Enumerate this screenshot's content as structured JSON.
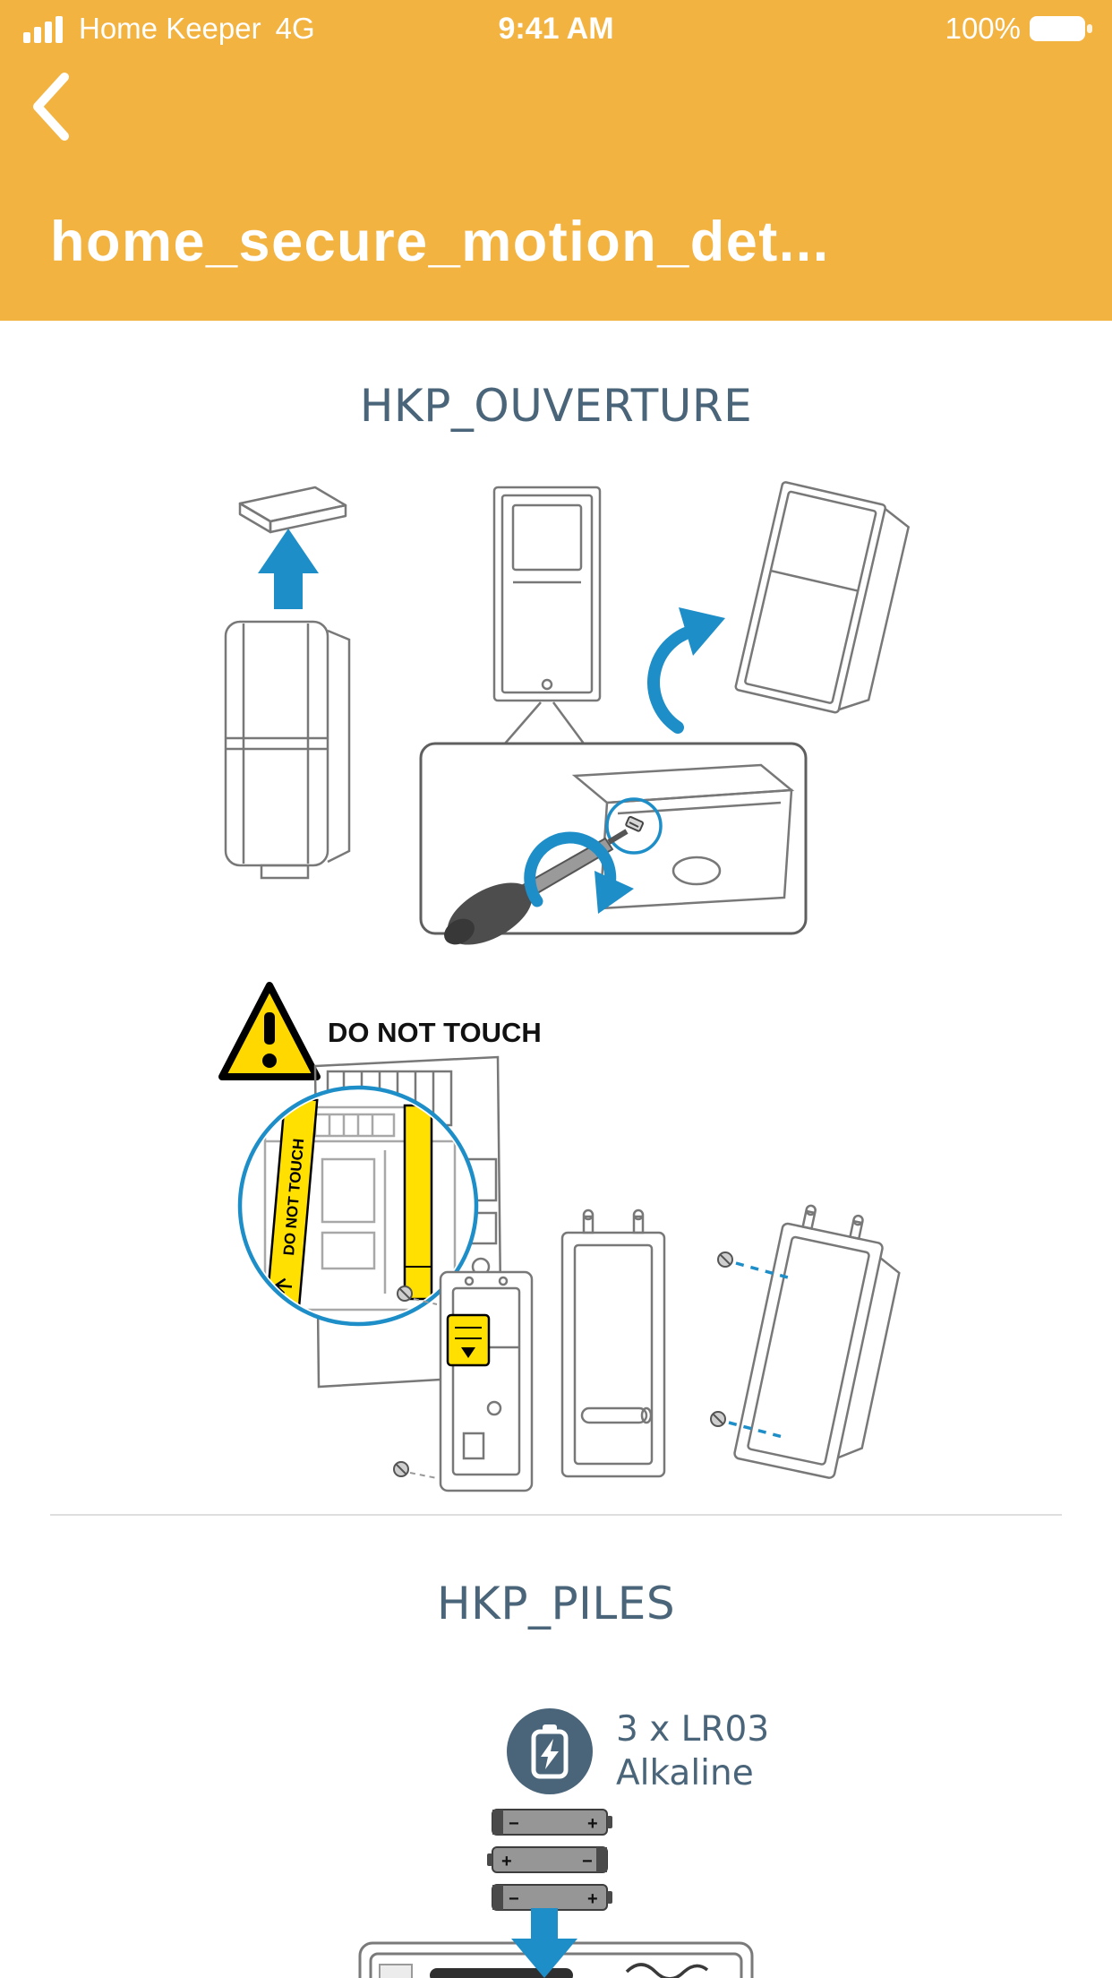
{
  "status_bar": {
    "carrier": "Home Keeper",
    "network": "4G",
    "time": "9:41 AM",
    "battery_percent": "100%"
  },
  "header": {
    "title": "home_secure_motion_det..."
  },
  "document": {
    "sections": {
      "ouverture": {
        "title": "HKP_OUVERTURE"
      },
      "piles": {
        "title": "HKP_PILES"
      }
    },
    "warning_label": "DO NOT TOUCH",
    "magnifier_strip_label": "DO NOT TOUCH",
    "battery_spec": {
      "line1": "3 x LR03",
      "line2": "Alkaline"
    },
    "battery_polarity": {
      "plus": "+",
      "minus": "−"
    }
  },
  "icons": {
    "back": "chevron-left",
    "signal": "cellular-signal-bars",
    "battery_status": "battery-full",
    "warning": "warning-triangle",
    "battery_badge": "battery-flash"
  },
  "colors": {
    "header_bg": "#F3B340",
    "accent_blue": "#1E8EC8",
    "heading_text": "#4A6579",
    "warning_yellow": "#FFD800"
  }
}
